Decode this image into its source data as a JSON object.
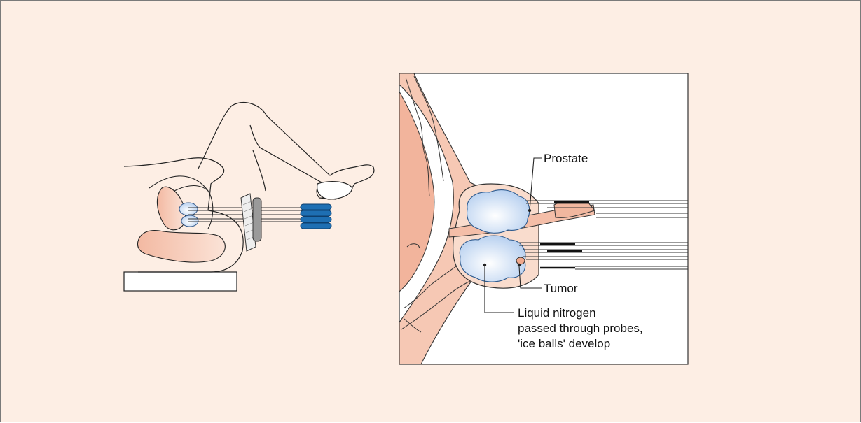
{
  "labels": {
    "prostate": "Prostate",
    "tumor": "Tumor",
    "nitrogen_line1": "Liquid nitrogen",
    "nitrogen_line2": "passed through probes,",
    "nitrogen_line3": "'ice balls' develop"
  },
  "colors": {
    "background": "#fdeee4",
    "tissue": "#f6c8b4",
    "ice": "#c9dcf4",
    "probe_handle": "#1e6fb3"
  }
}
